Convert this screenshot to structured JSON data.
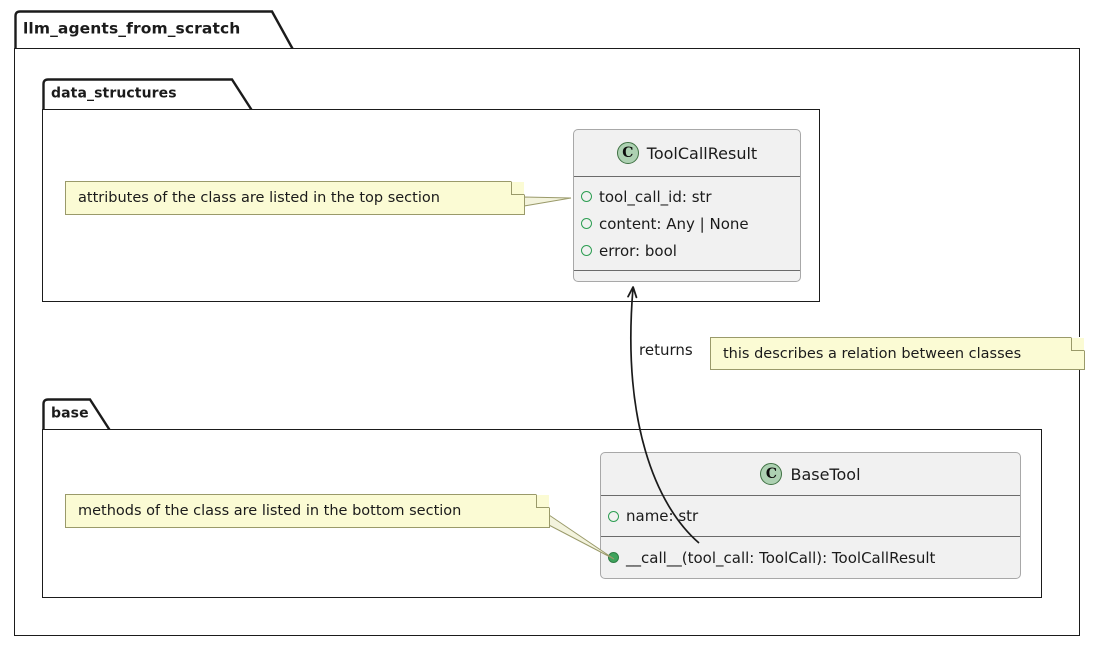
{
  "diagram": {
    "kind": "uml-class-diagram",
    "background": "#ffffff",
    "line_color": "#1b1b1b",
    "class_fill": "#f1f1f1",
    "class_border": "#a8a8a8",
    "note_fill": "#fbfbd4",
    "note_border": "#9a9a6a",
    "class_icon_fill": "#add1b2",
    "class_icon_border": "#3f7143",
    "attribute_marker_color": "#2e9e53",
    "method_marker_color": "#3fa35c"
  },
  "packages": {
    "outer": {
      "label": "llm_agents_from_scratch"
    },
    "data_structures": {
      "label": "data_structures"
    },
    "base": {
      "label": "base"
    }
  },
  "classes": [
    {
      "name": "ToolCallResult",
      "stereotype_icon": "class-icon",
      "stereotype_letter": "C",
      "attributes": [
        {
          "marker": "attribute-marker",
          "text": "tool_call_id: str"
        },
        {
          "marker": "attribute-marker",
          "text": "content: Any | None"
        },
        {
          "marker": "attribute-marker",
          "text": "error: bool"
        }
      ],
      "methods": []
    },
    {
      "name": "BaseTool",
      "stereotype_icon": "class-icon",
      "stereotype_letter": "C",
      "attributes": [
        {
          "marker": "attribute-marker",
          "text": "name: str"
        }
      ],
      "methods": [
        {
          "marker": "method-marker",
          "text": "__call__(tool_call: ToolCall): ToolCallResult"
        }
      ]
    }
  ],
  "relations": [
    {
      "from": "BaseTool",
      "to": "ToolCallResult",
      "label": "returns",
      "arrow": "open-arrow-head",
      "style": "curved-solid"
    }
  ],
  "notes": [
    {
      "id": "note-attributes",
      "text": "attributes of the class are listed in the top section",
      "anchor": "ToolCallResult.tool_call_id"
    },
    {
      "id": "note-methods",
      "text": "methods of the class are listed in the bottom section",
      "anchor": "BaseTool.__call__"
    },
    {
      "id": "note-relation",
      "text": "this describes a relation between classes",
      "anchor": "relation-returns"
    }
  ]
}
